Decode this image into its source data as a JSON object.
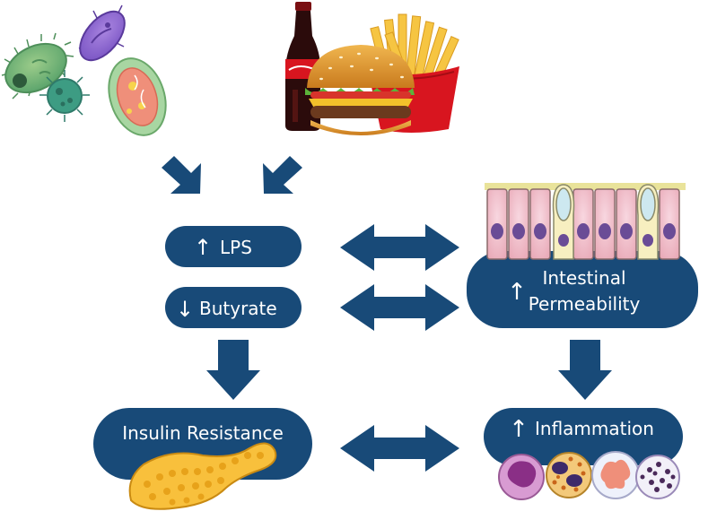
{
  "boxes": {
    "lps": {
      "arrow": "↑",
      "label": "LPS"
    },
    "butyrate": {
      "arrow": "↓",
      "label": "Butyrate"
    },
    "permeability": {
      "arrow": "↑",
      "label_line1": "Intestinal",
      "label_line2": "Permeability"
    },
    "insulin": {
      "label": "Insulin Resistance"
    },
    "inflammation": {
      "arrow": "↑",
      "label": "Inflammation"
    }
  },
  "illustrations": {
    "microbes": "bacteria-cluster-icon",
    "junk_food": "junk-food-icon",
    "intestine": "intestinal-epithelium-icon",
    "pancreas": "pancreas-icon",
    "immune_cells": "immune-cells-icon"
  },
  "colors": {
    "navy": "#184a78",
    "text": "#ffffff"
  }
}
